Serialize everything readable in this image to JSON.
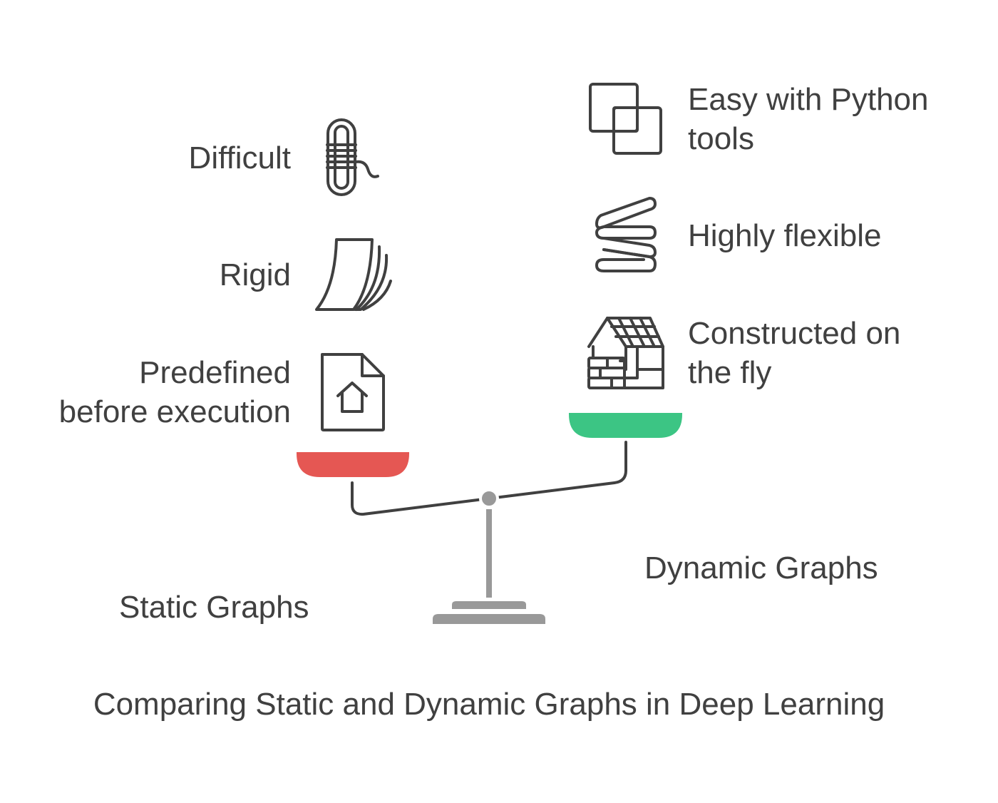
{
  "title": "Comparing Static and Dynamic Graphs in Deep Learning",
  "left": {
    "label": "Static Graphs",
    "color": "#e55753",
    "items": [
      {
        "text": "Difficult",
        "icon": "rope-icon"
      },
      {
        "text": "Rigid",
        "icon": "paper-stack-icon"
      },
      {
        "text": "Predefined\nbefore execution",
        "icon": "house-document-icon"
      }
    ]
  },
  "right": {
    "label": "Dynamic Graphs",
    "color": "#3cc584",
    "items": [
      {
        "text": "Easy with Python\ntools",
        "icon": "overlapping-squares-icon"
      },
      {
        "text": "Highly flexible",
        "icon": "spring-icon"
      },
      {
        "text": "Constructed on\nthe fly",
        "icon": "house-construction-icon"
      }
    ]
  },
  "colors": {
    "text": "#404040",
    "icon_stroke": "#404040",
    "scale_gray": "#999999"
  }
}
